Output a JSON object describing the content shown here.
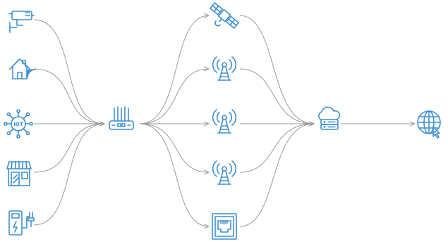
{
  "diagram": {
    "type": "network-topology",
    "accent_color": "#3d8fd1",
    "edge_color": "#9a9a9a",
    "left_devices": [
      {
        "id": "camera",
        "icon": "security-camera-icon"
      },
      {
        "id": "home",
        "icon": "smart-home-icon"
      },
      {
        "id": "iot",
        "icon": "iot-hub-icon",
        "label": "IOT"
      },
      {
        "id": "store",
        "icon": "storefront-icon"
      },
      {
        "id": "ev",
        "icon": "ev-charger-icon"
      }
    ],
    "gateway": {
      "id": "gateway",
      "icon": "router-gateway-icon"
    },
    "links": [
      {
        "id": "satellite",
        "icon": "satellite-icon"
      },
      {
        "id": "tower1",
        "icon": "cell-tower-icon"
      },
      {
        "id": "tower2",
        "icon": "cell-tower-icon"
      },
      {
        "id": "tower3",
        "icon": "cell-tower-icon"
      },
      {
        "id": "ethernet",
        "icon": "ethernet-port-icon"
      }
    ],
    "cloud": {
      "id": "cloud",
      "icon": "cloud-server-icon"
    },
    "internet": {
      "id": "internet",
      "icon": "globe-cursor-icon"
    }
  }
}
